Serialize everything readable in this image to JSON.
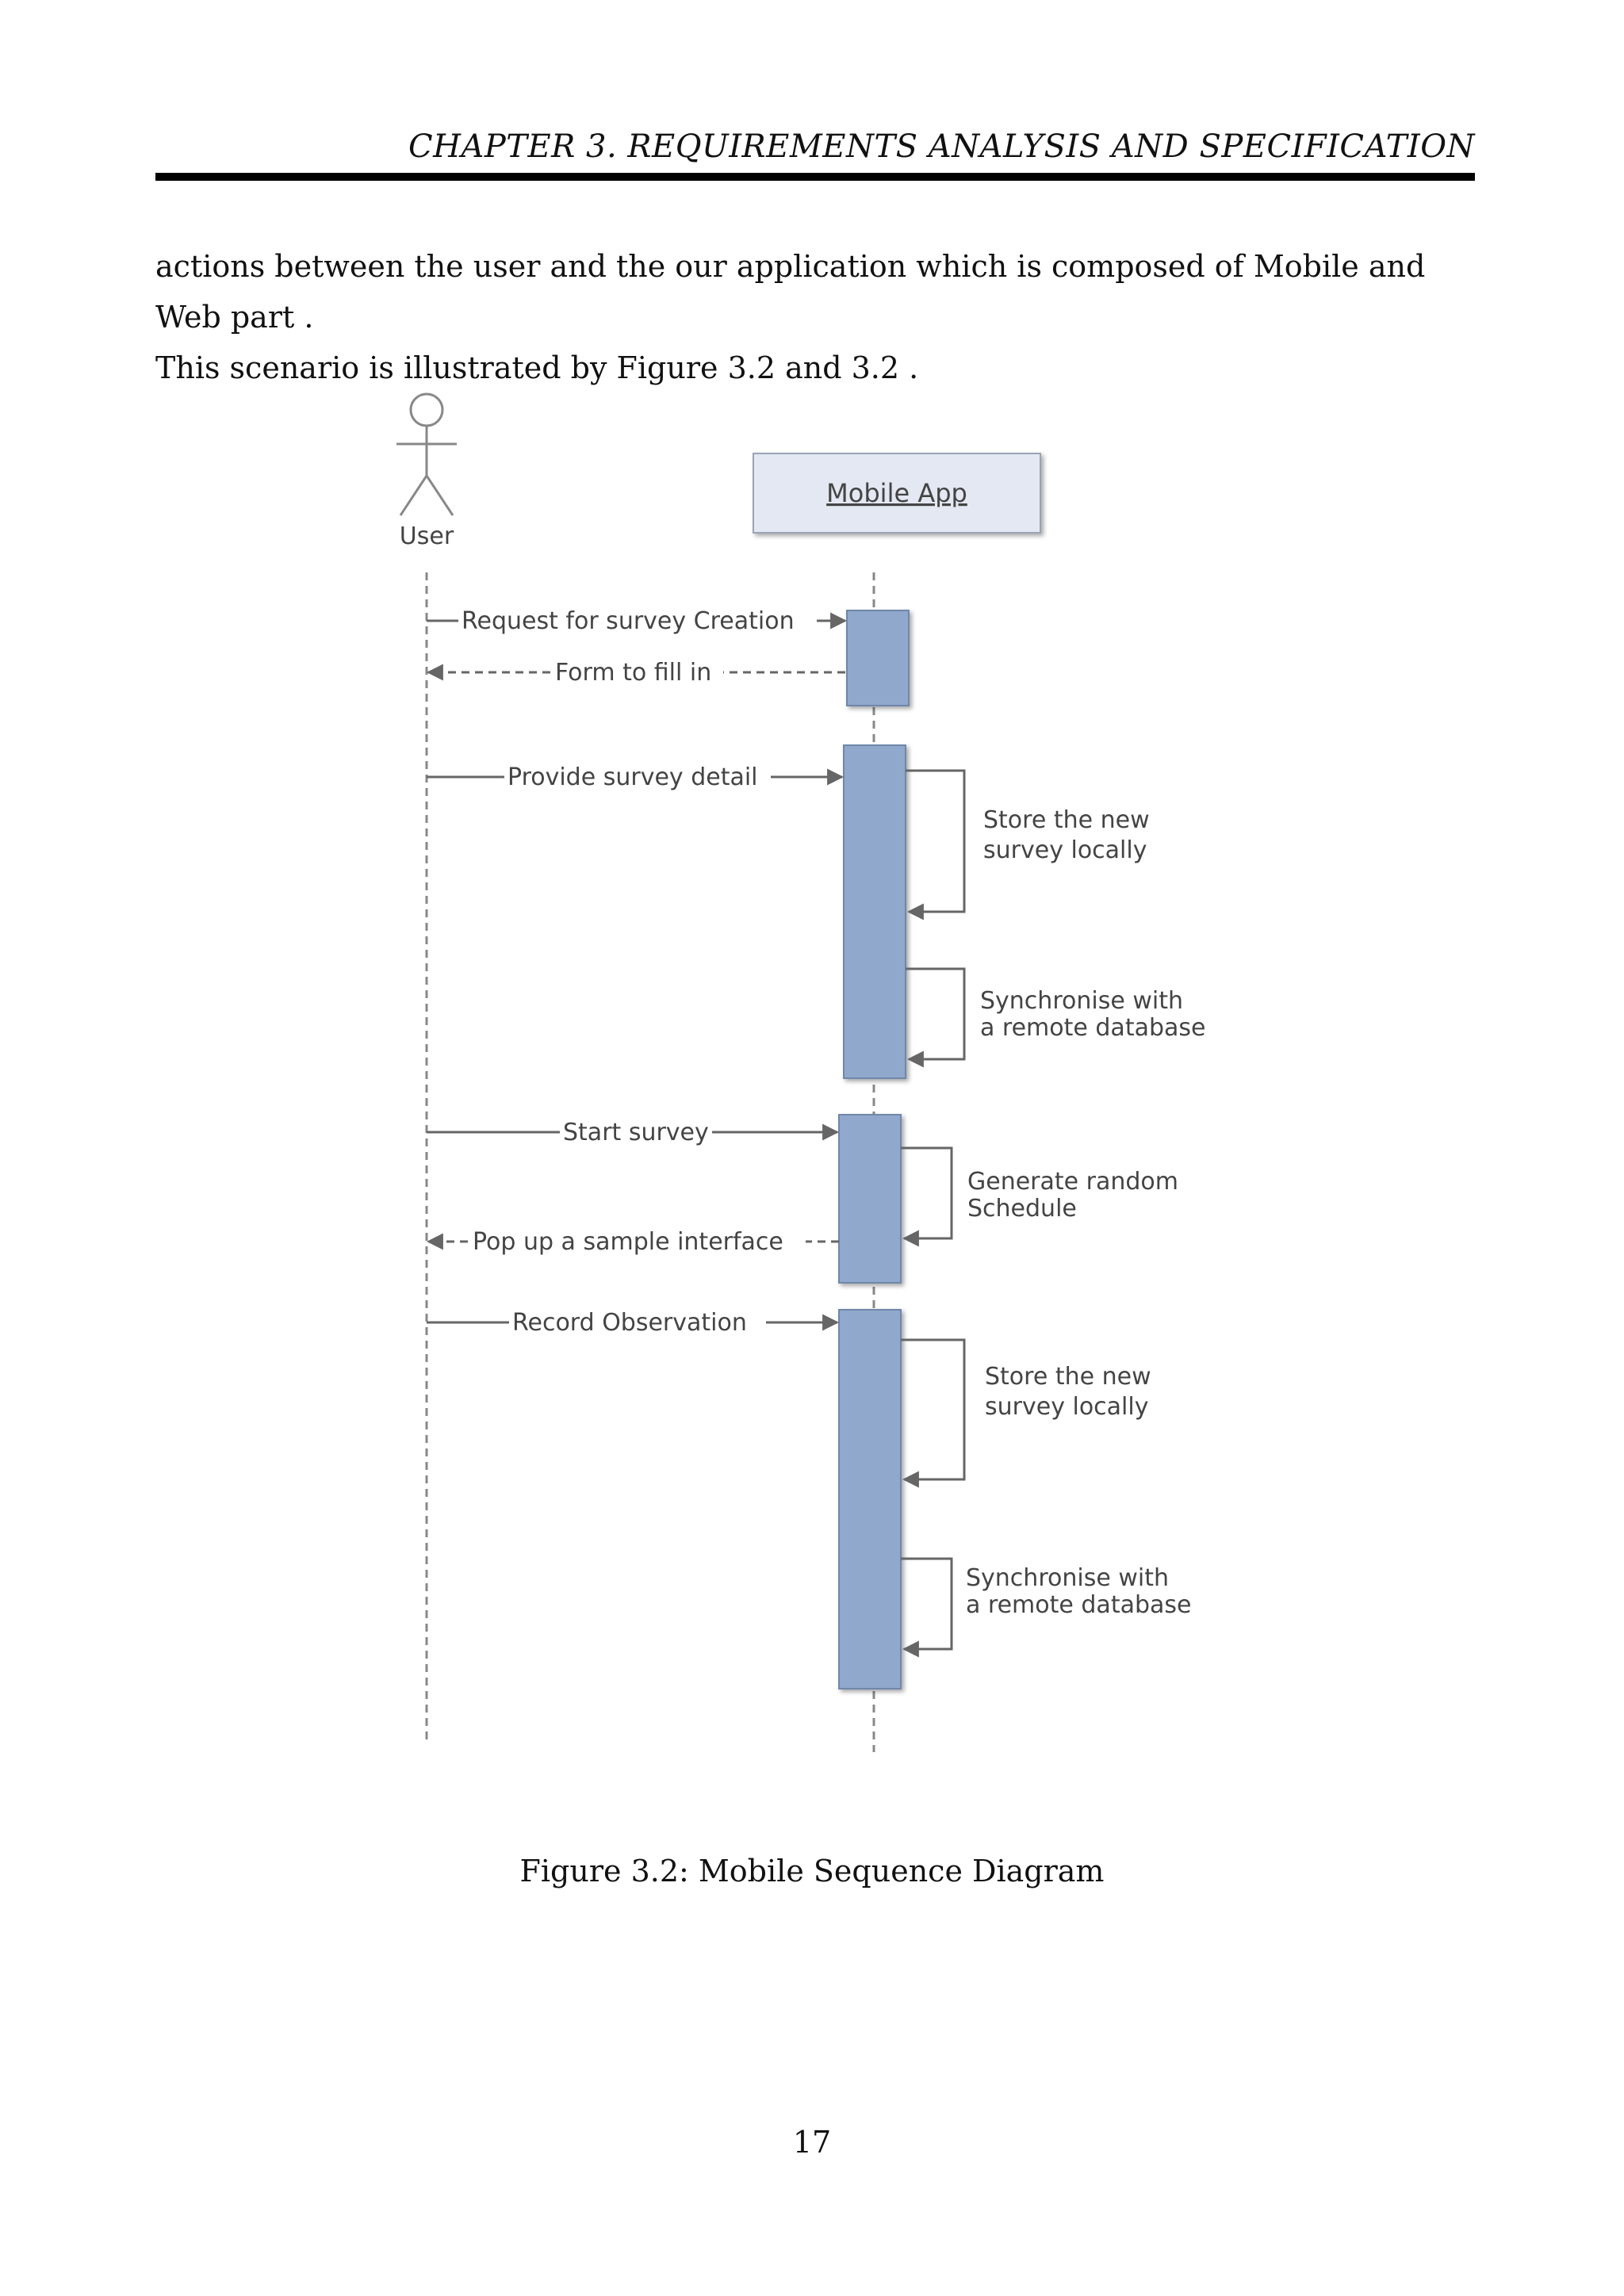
{
  "header": {
    "chapter": "CHAPTER 3.  REQUIREMENTS ANALYSIS AND SPECIFICATION"
  },
  "body": {
    "line1": "actions between the user and the our application which is composed of Mobile and Web part .",
    "line2": "This scenario is illustrated by Figure 3.2 and 3.2 ."
  },
  "diagram": {
    "actor": "User",
    "lifeline": "Mobile App",
    "messages": {
      "m1": "Request for survey Creation",
      "m2": "Form to fill in",
      "m3": "Provide survey detail",
      "s1a": "Store the new",
      "s1b": "survey locally",
      "s2a": "Synchronise with",
      "s2b": "a remote database",
      "m4": "Start survey",
      "s3a": "Generate random",
      "s3b": "Schedule",
      "m5": "Pop up a sample interface",
      "m6": "Record Observation",
      "s4a": "Store the new",
      "s4b": "survey locally",
      "s5a": "Synchronise with",
      "s5b": "a remote database"
    },
    "colors": {
      "activation": "#8fa8cb",
      "lifeline_box": "#e3e8f2",
      "line": "#666666"
    }
  },
  "caption": "Figure 3.2: Mobile Sequence Diagram",
  "page_number": "17"
}
